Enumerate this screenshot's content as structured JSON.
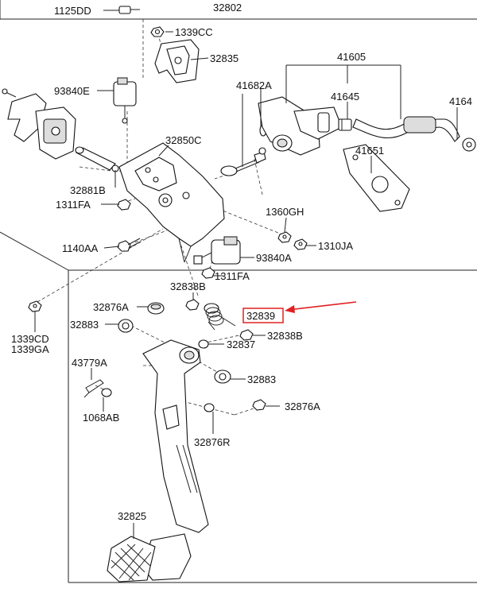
{
  "diagram": {
    "highlight_color": "#e02020",
    "parts": [
      {
        "id": "p1125DD",
        "label": "1125DD"
      },
      {
        "id": "p32802",
        "label": "32802"
      },
      {
        "id": "p1339CC",
        "label": "1339CC"
      },
      {
        "id": "p32835",
        "label": "32835"
      },
      {
        "id": "p41605",
        "label": "41605"
      },
      {
        "id": "p41682A",
        "label": "41682A"
      },
      {
        "id": "p41645",
        "label": "41645"
      },
      {
        "id": "p4164",
        "label": "4164"
      },
      {
        "id": "p93840E",
        "label": "93840E"
      },
      {
        "id": "p32850C",
        "label": "32850C"
      },
      {
        "id": "p41651",
        "label": "41651"
      },
      {
        "id": "p32881B",
        "label": "32881B"
      },
      {
        "id": "p1311FA_a",
        "label": "1311FA"
      },
      {
        "id": "p1360GH",
        "label": "1360GH"
      },
      {
        "id": "p1140AA",
        "label": "1140AA"
      },
      {
        "id": "p1310JA",
        "label": "1310JA"
      },
      {
        "id": "p93840A",
        "label": "93840A"
      },
      {
        "id": "p1311FA_b",
        "label": "1311FA"
      },
      {
        "id": "p32838B_a",
        "label": "32838B"
      },
      {
        "id": "p32876A_a",
        "label": "32876A"
      },
      {
        "id": "p32839",
        "label": "32839"
      },
      {
        "id": "p32883_a",
        "label": "32883"
      },
      {
        "id": "p32838B_b",
        "label": "32838B"
      },
      {
        "id": "p1339CD",
        "label": "1339CD"
      },
      {
        "id": "p1339GA",
        "label": "1339GA"
      },
      {
        "id": "p32837",
        "label": "32837"
      },
      {
        "id": "p43779A",
        "label": "43779A"
      },
      {
        "id": "p32883_b",
        "label": "32883"
      },
      {
        "id": "p1068AB",
        "label": "1068AB"
      },
      {
        "id": "p32876A_b",
        "label": "32876A"
      },
      {
        "id": "p32876R",
        "label": "32876R"
      },
      {
        "id": "p32825",
        "label": "32825"
      }
    ]
  }
}
